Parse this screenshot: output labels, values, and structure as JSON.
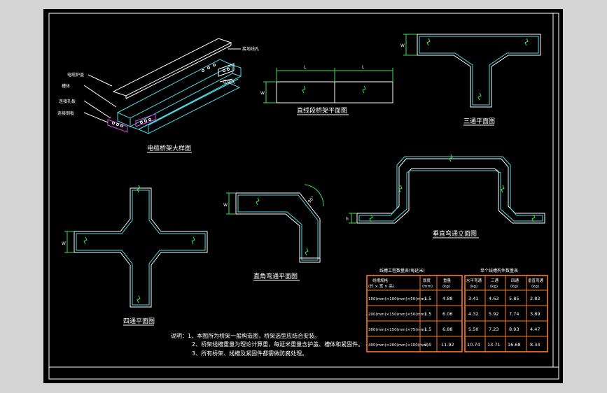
{
  "labels": {
    "iso_title": "电缆桥架大样图",
    "iso_cover": "电缆护盖",
    "iso_trough": "槽体",
    "iso_joint_hole": "连接孔板",
    "iso_plate": "连接钢板",
    "iso_bolt_hole": "连接孔",
    "iso_cable_hole": "接地线孔",
    "straight_title": "直线段桥架平面图",
    "dim_L": "L",
    "dim_W": "W",
    "dim_h": "h",
    "tee_title": "三通平面图",
    "cross_title": "四通平面图",
    "elbow_title": "直角弯通平面图",
    "elbow_angle": "90°",
    "vertical_title": "垂直弯通立面图"
  },
  "notes": [
    "说明：1、本图所为桥架一般构造图，桥架选型应结合安装。",
    "2、桥架线槽重量为理论计算重，每延米重量含护盖、槽体和紧固件。",
    "3、所有桥架、线槽及紧固件都需做防腐处理。"
  ],
  "table_engineering": {
    "title": "线槽工程数量表(每延米)",
    "header_spec": "线槽规格",
    "header_spec_sub": "(长 × 宽 × 高)",
    "header_thickness": "厚度",
    "header_thickness_unit": "(mm)",
    "header_weight": "重量",
    "header_weight_unit": "(kg)",
    "rows": [
      {
        "spec": "100(mm)×100(mm)×50(mm)",
        "thickness": "1.5",
        "weight": "4.88"
      },
      {
        "spec": "200(mm)×150(mm)×50(mm)",
        "thickness": "1.5",
        "weight": "6.06"
      },
      {
        "spec": "300(mm)×150(mm)×75(mm)",
        "thickness": "1.5",
        "weight": "6.88"
      },
      {
        "spec": "400(mm)×200(mm)×100(mm)",
        "thickness": "2.0",
        "weight": "11.92"
      }
    ]
  },
  "table_fittings": {
    "title": "单个线槽构件数量表",
    "headers": [
      "水平弯通",
      "三通",
      "四通",
      "垂直弯通"
    ],
    "unit": "(kg)",
    "rows": [
      [
        "3.41",
        "4.63",
        "5.85",
        "2.82"
      ],
      [
        "4.32",
        "5.92",
        "7.74",
        "3.89"
      ],
      [
        "5.50",
        "7.23",
        "8.93",
        "4.47"
      ],
      [
        "10.74",
        "13.71",
        "16.68",
        "8.34"
      ]
    ]
  },
  "colors": {
    "frame": "#ffffff",
    "outline_cyan": "#4fd8e8",
    "break_green": "#3fe04f",
    "table_orange": "#ff7a20",
    "joint_magenta": "#e040e0"
  }
}
